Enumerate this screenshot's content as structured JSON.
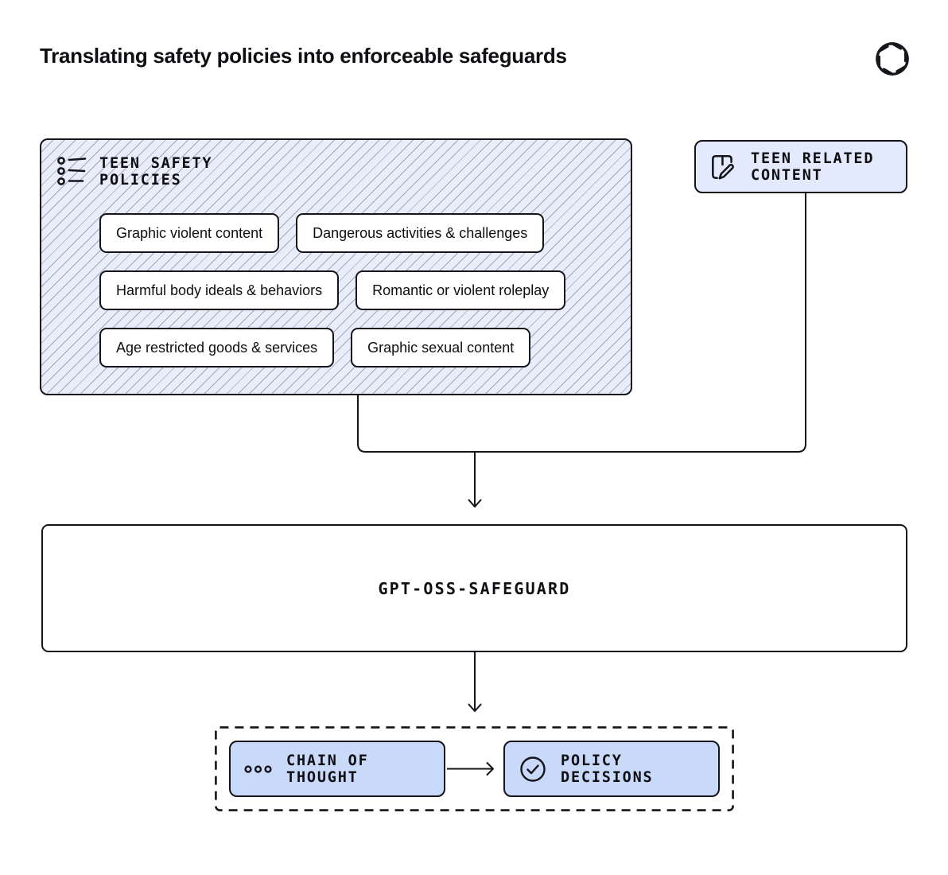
{
  "title": "Translating safety policies into enforceable safeguards",
  "logo": {
    "name": "openai-logo"
  },
  "policies_panel": {
    "heading_line1": "TEEN SAFETY",
    "heading_line2": "POLICIES",
    "chips": [
      "Graphic violent content",
      "Dangerous activities & challenges",
      "Harmful body ideals & behaviors",
      "Romantic or violent roleplay",
      "Age restricted goods & services",
      "Graphic sexual content"
    ]
  },
  "content_node": {
    "line1": "TEEN RELATED",
    "line2": "CONTENT"
  },
  "model_node": {
    "label": "GPT-OSS-SAFEGUARD"
  },
  "outputs": {
    "chain_of_thought": {
      "line1": "CHAIN OF",
      "line2": "THOUGHT"
    },
    "policy_decisions": {
      "line1": "POLICY",
      "line2": "DECISIONS"
    }
  },
  "colors": {
    "ink": "#14141a",
    "panel_fill": "#e9edfa",
    "hatch_line": "#7a839e",
    "content_node_fill": "#e3eafd",
    "output_fill": "#c9d9f9",
    "background": "#ffffff"
  }
}
